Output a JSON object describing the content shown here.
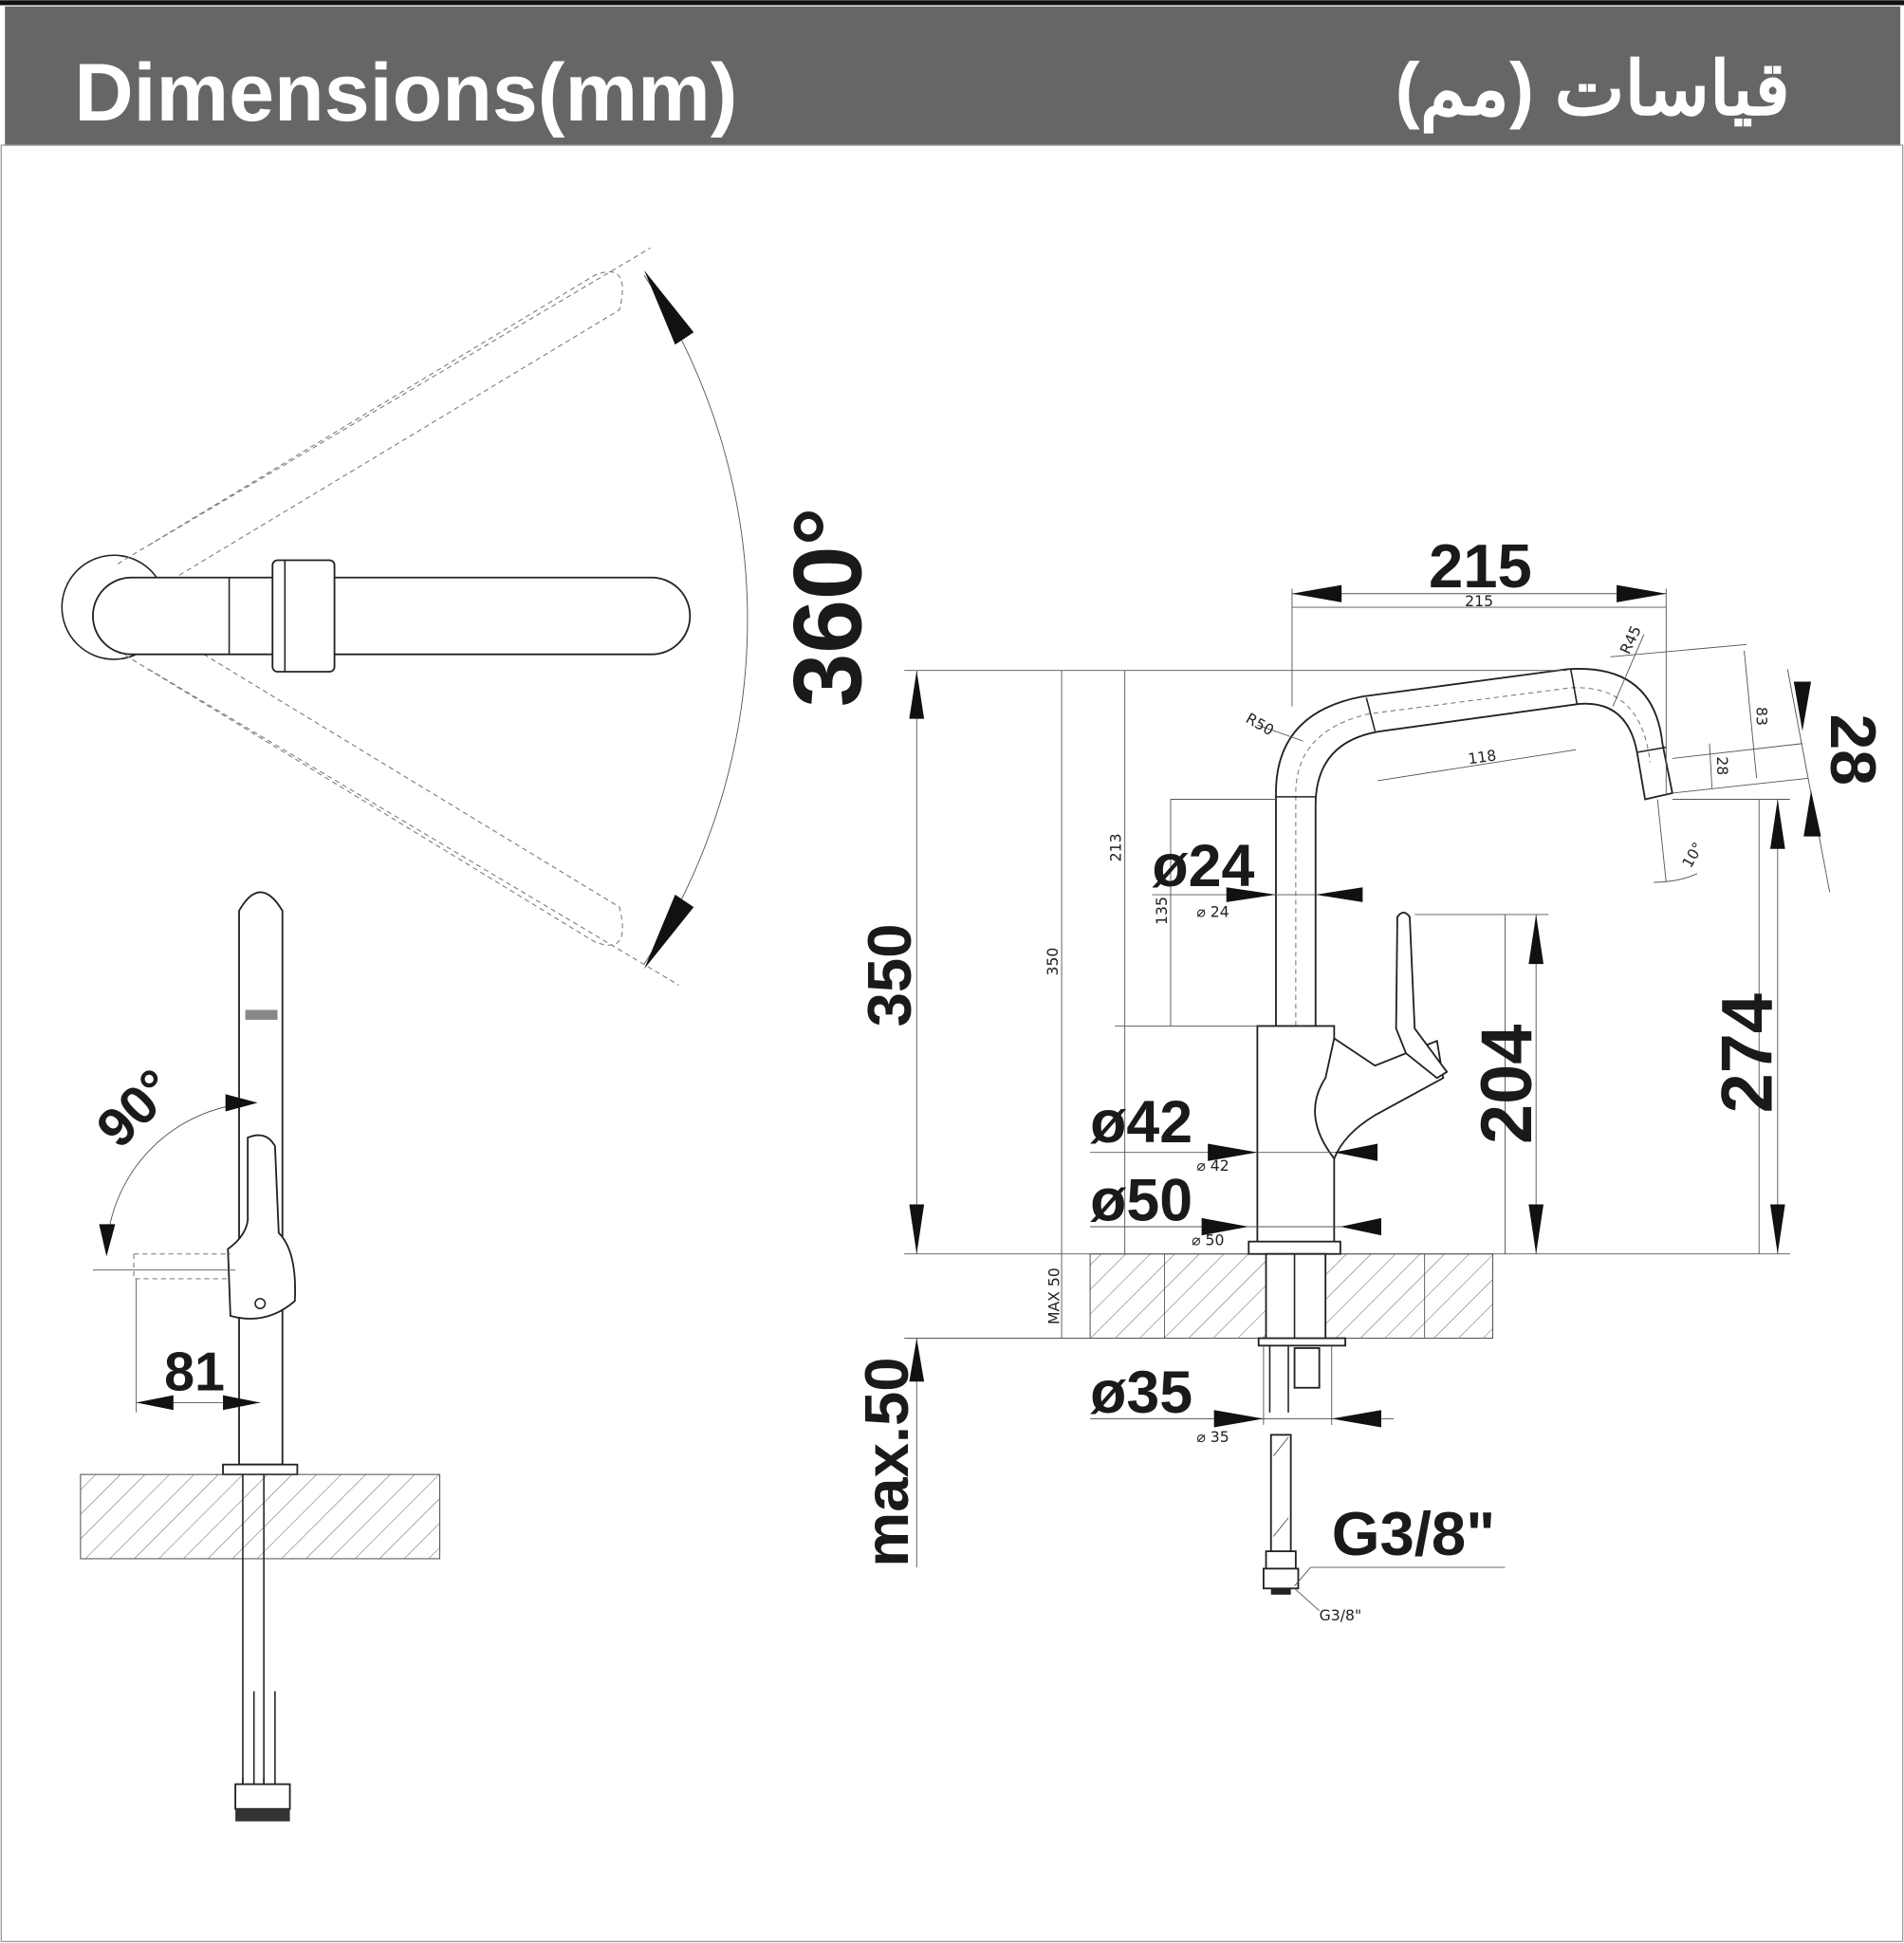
{
  "header": {
    "title": "Dimensions(mm)",
    "title_ar": "قياسات (مم)",
    "bg_color": "#666666"
  },
  "top_view": {
    "rotation_label": "360°"
  },
  "side_view": {
    "angle_label": "90°",
    "offset_label": "81"
  },
  "front_view": {
    "reach_big": "215",
    "reach_small": "215",
    "height_big": "350",
    "height_small": "350",
    "dim_213": "213",
    "dim_135": "135",
    "r50": "R50",
    "r45": "R45",
    "dim_118": "118",
    "dim_83": "83",
    "dim_28_small": "28",
    "dim_28_big": "28",
    "angle_10": "10°",
    "d24_big": "ø24",
    "d24_small": "⌀ 24",
    "d42_big": "ø42",
    "d42_small": "⌀ 42",
    "d50_big": "ø50",
    "d50_small": "⌀ 50",
    "d35_big": "ø35",
    "d35_small": "⌀ 35",
    "handle_height": "204",
    "outlet_height": "274",
    "max50_small": "MAX 50",
    "max50_big": "max.50",
    "thread_big": "G3/8\"",
    "thread_small": "G3/8\""
  }
}
